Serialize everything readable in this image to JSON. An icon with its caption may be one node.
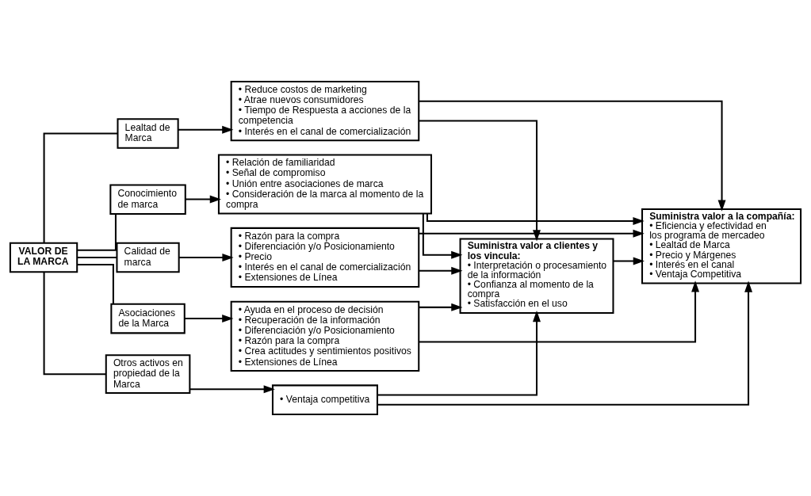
{
  "diagram": {
    "nodes": [
      {
        "text": [
          "VALOR DE LA MARCA"
        ]
      },
      {
        "text": [
          "Lealtad de Marca"
        ]
      },
      {
        "text": [
          "Conocimiento de marca"
        ]
      },
      {
        "text": [
          "Calidad de marca"
        ]
      },
      {
        "text": [
          "Asociaciones de la Marca"
        ]
      },
      {
        "text": [
          "Otros activos en propiedad de la Marca"
        ]
      },
      {
        "text": [
          "• Reduce costos de marketing",
          "• Atrae nuevos consumidores",
          "• Tiempo de Respuesta a acciones de la competencia",
          "• Interés en el canal de comercialización"
        ]
      },
      {
        "text": [
          "• Relación de familiaridad",
          "• Señal de compromiso",
          "• Unión entre asociaciones de marca",
          "• Consideración de la marca al momento de la compra"
        ]
      },
      {
        "text": [
          "• Razón para la compra",
          "• Diferenciación y/o Posicionamiento",
          "• Precio",
          "• Interés en el canal de comercialización",
          "• Extensiones de Línea"
        ]
      },
      {
        "text": [
          "• Ayuda en el proceso de decisión",
          "• Recuperación de la información",
          "• Diferenciación y/o Posicionamiento",
          "• Razón para la compra",
          "• Crea actitudes y sentimientos positivos",
          "• Extensiones de Línea"
        ]
      },
      {
        "text": [
          "• Ventaja competitiva"
        ]
      },
      {
        "text": [
          "Suministra valor a clientes y los vincula:",
          "• Interpretación o procesamiento de la información",
          "• Confianza al momento de la compra",
          "• Satisfacción en el uso"
        ]
      },
      {
        "text": [
          "Suministra valor a la compañía:",
          "• Eficiencia y efectividad en los programa de mercadeo",
          "• Lealtad de Marca",
          "• Precio y Márgenes",
          "• Interés en el canal",
          "• Ventaja Competitiva"
        ]
      }
    ],
    "edges": [
      {
        "from": 0,
        "to": 1,
        "arrow": "none"
      },
      {
        "from": 0,
        "to": 2,
        "arrow": "none"
      },
      {
        "from": 0,
        "to": 3,
        "arrow": "none"
      },
      {
        "from": 0,
        "to": 4,
        "arrow": "none"
      },
      {
        "from": 0,
        "to": 5,
        "arrow": "none"
      },
      {
        "from": 1,
        "to": 6,
        "arrow": "to"
      },
      {
        "from": 2,
        "to": 7,
        "arrow": "to"
      },
      {
        "from": 3,
        "to": 8,
        "arrow": "to"
      },
      {
        "from": 4,
        "to": 9,
        "arrow": "to"
      },
      {
        "from": 5,
        "to": 10,
        "arrow": "to"
      },
      {
        "from": 6,
        "to": 11,
        "arrow": "to"
      },
      {
        "from": 7,
        "to": 11,
        "arrow": "to"
      },
      {
        "from": 8,
        "to": 11,
        "arrow": "to"
      },
      {
        "from": 9,
        "to": 11,
        "arrow": "to"
      },
      {
        "from": 10,
        "to": 11,
        "arrow": "to"
      },
      {
        "from": 6,
        "to": 12,
        "arrow": "to"
      },
      {
        "from": 7,
        "to": 12,
        "arrow": "to"
      },
      {
        "from": 8,
        "to": 12,
        "arrow": "to"
      },
      {
        "from": 9,
        "to": 12,
        "arrow": "to"
      },
      {
        "from": 10,
        "to": 12,
        "arrow": "to"
      },
      {
        "from": 11,
        "to": 12,
        "arrow": "to"
      }
    ]
  }
}
